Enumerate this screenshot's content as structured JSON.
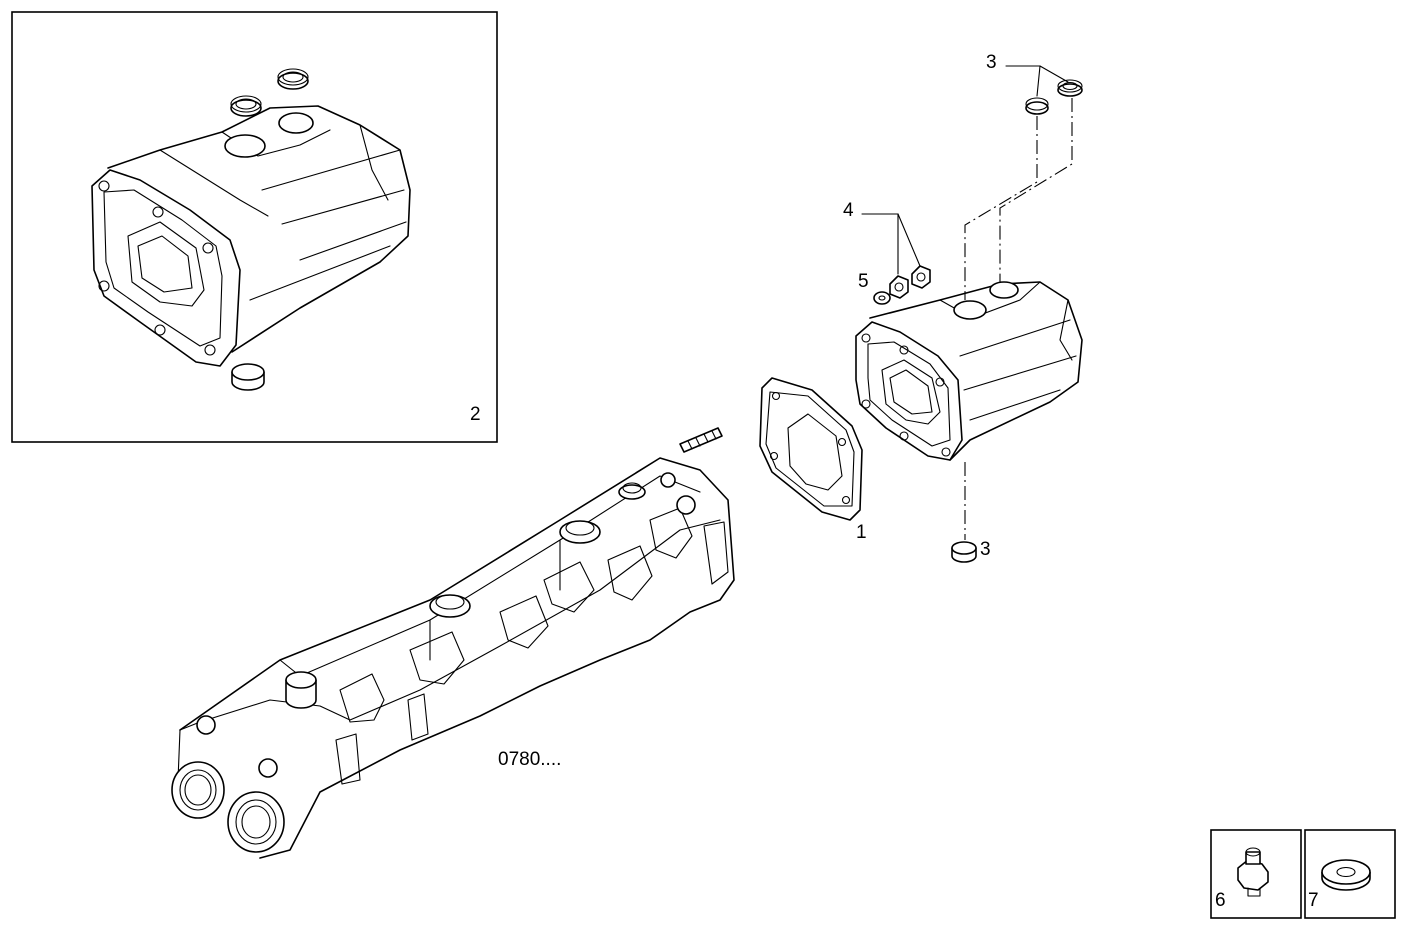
{
  "callouts": {
    "gasket": "1",
    "kit_inset": "2",
    "plug_upper": "3",
    "nut": "4",
    "washer": "5",
    "plug_lower": "3",
    "fitting": "6",
    "seal_ring": "7"
  },
  "reference": "0780...."
}
